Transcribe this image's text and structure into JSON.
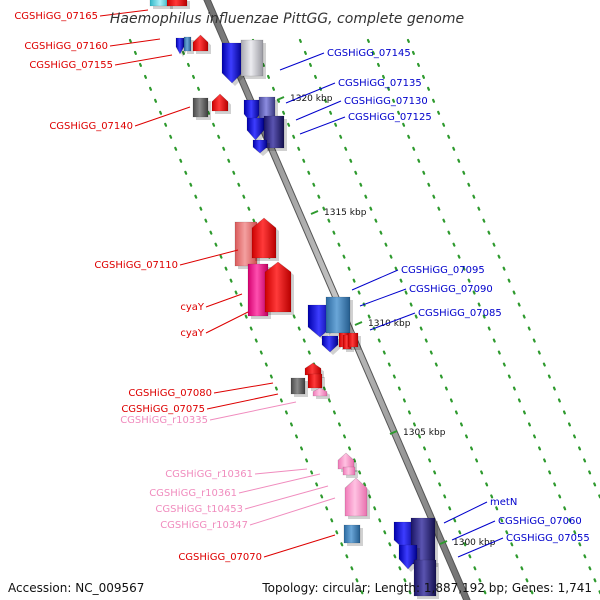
{
  "title": "Haemophilus influenzae PittGG, complete genome",
  "accession": "Accession: NC_009567",
  "topology": "Topology: circular; Length: 1,887,192 bp; Genes: 1,741",
  "kbp_marks": [
    "1320 kbp",
    "1315 kbp",
    "1310 kbp",
    "1305 kbp",
    "1300 kbp"
  ],
  "left_labels": [
    {
      "text": "CGSHiGG_07165",
      "color": "#dd0000"
    },
    {
      "text": "CGSHiGG_07160",
      "color": "#dd0000"
    },
    {
      "text": "CGSHiGG_07155",
      "color": "#dd0000"
    },
    {
      "text": "CGSHiGG_07140",
      "color": "#dd0000"
    },
    {
      "text": "CGSHiGG_07110",
      "color": "#dd0000"
    },
    {
      "text": "cyaY",
      "color": "#dd0000"
    },
    {
      "text": "cyaY",
      "color": "#dd0000"
    },
    {
      "text": "CGSHiGG_07080",
      "color": "#dd0000"
    },
    {
      "text": "CGSHiGG_07075",
      "color": "#dd0000"
    },
    {
      "text": "CGSHiGG_r10335",
      "color": "#f08cbe"
    },
    {
      "text": "CGSHiGG_r10361",
      "color": "#f08cbe"
    },
    {
      "text": "CGSHiGG_r10361",
      "color": "#f08cbe"
    },
    {
      "text": "CGSHiGG_t10453",
      "color": "#f08cbe"
    },
    {
      "text": "CGSHiGG_r10347",
      "color": "#f08cbe"
    },
    {
      "text": "CGSHiGG_07070",
      "color": "#dd0000"
    }
  ],
  "right_labels": [
    {
      "text": "CGSHiGG_07145",
      "color": "#0000cc"
    },
    {
      "text": "CGSHiGG_07135",
      "color": "#0000cc"
    },
    {
      "text": "CGSHiGG_07130",
      "color": "#0000cc"
    },
    {
      "text": "CGSHiGG_07125",
      "color": "#0000cc"
    },
    {
      "text": "CGSHiGG_07095",
      "color": "#0000cc"
    },
    {
      "text": "CGSHiGG_07090",
      "color": "#0000cc"
    },
    {
      "text": "CGSHiGG_07085",
      "color": "#0000cc"
    },
    {
      "text": "metN",
      "color": "#0000cc"
    },
    {
      "text": "CGSHiGG_07060",
      "color": "#0000cc"
    },
    {
      "text": "CGSHiGG_07055",
      "color": "#0000cc"
    }
  ]
}
